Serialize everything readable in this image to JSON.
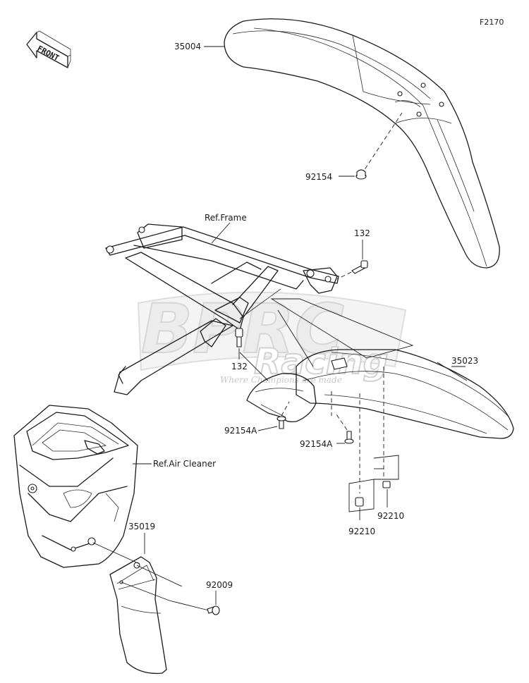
{
  "figure_number": "F2170",
  "front_label": "FRONT",
  "watermark": {
    "brand_top": "BPRC",
    "brand_bottom": "Racing",
    "tagline": "Where Champions are made"
  },
  "callouts": {
    "front_fender": "35004",
    "fender_bolt_top": "92154",
    "ref_frame": "Ref.Frame",
    "bolt_132_right": "132",
    "bolt_132_left": "132",
    "rear_fender": "35023",
    "bolt_92154a_left": "92154A",
    "bolt_92154a_right": "92154A",
    "ref_air_cleaner": "Ref.Air Cleaner",
    "nut_92210_right": "92210",
    "nut_92210_left": "92210",
    "mud_flap": "35019",
    "screw_92009": "92009"
  }
}
